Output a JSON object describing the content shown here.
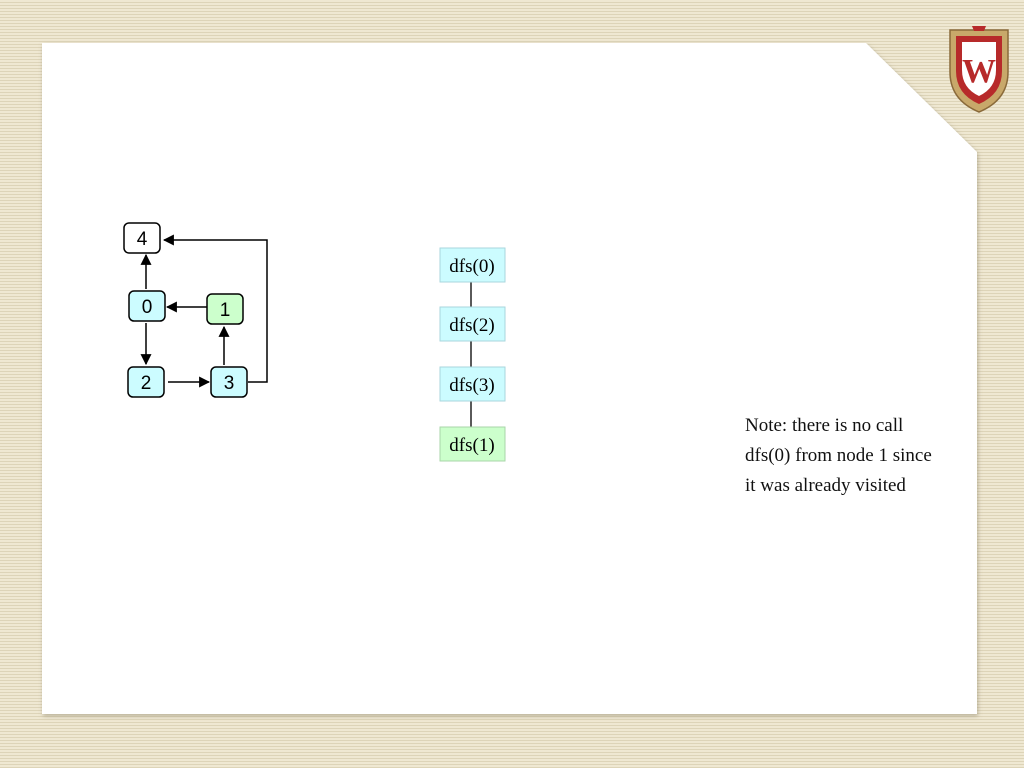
{
  "colors": {
    "visited_fill": "#ccfcff",
    "current_fill": "#ccffcc",
    "unvisited_fill": "#ffffff",
    "stroke": "#000000",
    "crest_red": "#b72a2a",
    "crest_gold": "#c8a86a"
  },
  "graph": {
    "nodes": [
      {
        "id": "4",
        "state": "unvisited"
      },
      {
        "id": "0",
        "state": "visited"
      },
      {
        "id": "1",
        "state": "current"
      },
      {
        "id": "2",
        "state": "visited"
      },
      {
        "id": "3",
        "state": "visited"
      }
    ],
    "edges": [
      {
        "from": "0",
        "to": "4"
      },
      {
        "from": "1",
        "to": "0"
      },
      {
        "from": "0",
        "to": "2"
      },
      {
        "from": "2",
        "to": "3"
      },
      {
        "from": "3",
        "to": "1"
      },
      {
        "from": "3",
        "to": "4"
      }
    ]
  },
  "call_stack": [
    {
      "label": "dfs(0)",
      "state": "visited"
    },
    {
      "label": "dfs(2)",
      "state": "visited"
    },
    {
      "label": "dfs(3)",
      "state": "visited"
    },
    {
      "label": "dfs(1)",
      "state": "current"
    }
  ],
  "note": {
    "lines": [
      "Note: there is no call",
      "dfs(0) from node 1 since",
      "it was already visited"
    ]
  },
  "logo": {
    "letter": "W",
    "icon": "uw-crest-icon"
  }
}
